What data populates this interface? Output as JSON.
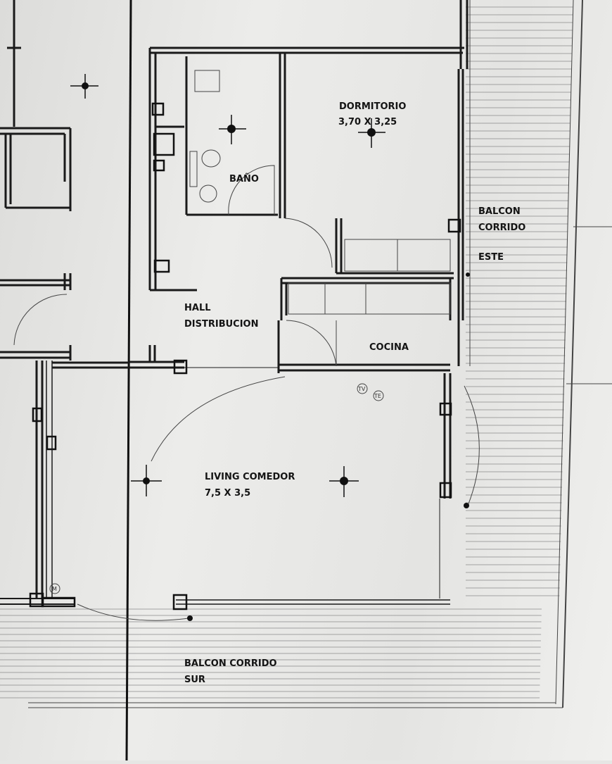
{
  "rooms": {
    "dormitorio": {
      "name": "DORMITORIO",
      "size": "3,70 X 3,25"
    },
    "bano": {
      "name": "BAÑO"
    },
    "balcon_este": {
      "line1": "BALCON",
      "line2": "CORRIDO",
      "line3": "ESTE"
    },
    "hall": {
      "line1": "HALL",
      "line2": "DISTRIBUCION"
    },
    "cocina": {
      "name": "COCINA"
    },
    "living": {
      "name": "LIVING COMEDOR",
      "size": "7,5 X 3,5"
    },
    "balcon_sur": {
      "line1": "BALCON CORRIDO",
      "line2": "SUR"
    }
  },
  "symbols": {
    "tv": "TV",
    "te": "TE",
    "m": "M"
  },
  "colors": {
    "wall": "#1a1a1a",
    "paper": "#e6e6e4"
  }
}
